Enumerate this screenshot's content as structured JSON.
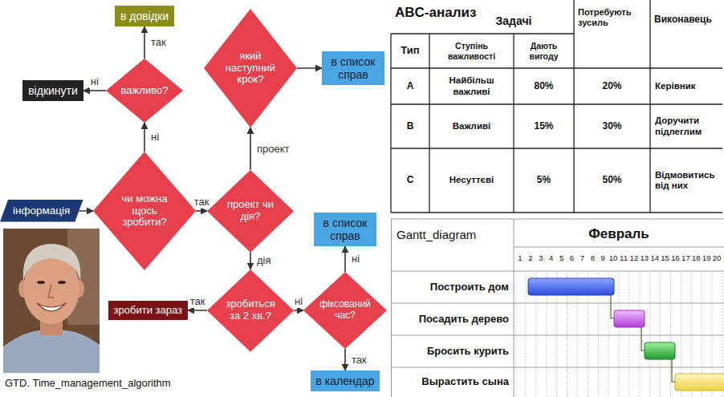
{
  "diagram": {
    "caption": "GTD. Time_management_algorithm",
    "nodes": [
      {
        "text": [
          "інформація"
        ]
      },
      {
        "text": [
          "чи можна щось зробити?"
        ]
      },
      {
        "text": [
          "важливо?"
        ]
      },
      {
        "text": [
          "відкинути"
        ]
      },
      {
        "text": [
          "в довідки"
        ]
      },
      {
        "text": [
          "проект чи дія?"
        ]
      },
      {
        "text": [
          "який наступний крок?"
        ]
      },
      {
        "text": [
          "в список справ"
        ]
      },
      {
        "text": [
          "зробиться за 2 хв.?"
        ]
      },
      {
        "text": [
          "зробити зараз"
        ]
      },
      {
        "text": [
          "фіксований час?"
        ]
      },
      {
        "text": [
          "в список справ"
        ]
      },
      {
        "text": [
          "в календар"
        ]
      }
    ],
    "edges": [
      {
        "from": 0,
        "to": 1,
        "arrow": "to"
      },
      {
        "from": 1,
        "to": 2,
        "label": "ні",
        "arrow": "to"
      },
      {
        "from": 2,
        "to": 4,
        "label": "так",
        "arrow": "to"
      },
      {
        "from": 2,
        "to": 3,
        "label": "ні",
        "arrow": "to"
      },
      {
        "from": 1,
        "to": 5,
        "label": "так",
        "arrow": "to"
      },
      {
        "from": 5,
        "to": 6,
        "label": "проект",
        "arrow": "to"
      },
      {
        "from": 6,
        "to": 7,
        "arrow": "to"
      },
      {
        "from": 5,
        "to": 8,
        "label": "дія",
        "arrow": "to"
      },
      {
        "from": 8,
        "to": 9,
        "label": "так",
        "arrow": "to"
      },
      {
        "from": 8,
        "to": 10,
        "label": "ні",
        "arrow": "to"
      },
      {
        "from": 10,
        "to": 11,
        "label": "ні",
        "arrow": "to"
      },
      {
        "from": 10,
        "to": 12,
        "label": "так",
        "arrow": "to"
      }
    ],
    "labels": [
      "ABC-анализ",
      "Задачі",
      "Потребують зусиль",
      "Виконавець",
      "Тип",
      "Ступінь важливості",
      "Дають вигоду",
      "A",
      "Найбільш важливі",
      "80%",
      "20%",
      "Керівник",
      "B",
      "Важливі",
      "15%",
      "30%",
      "Доручити підлеглим",
      "C",
      "Несуттєві",
      "5%",
      "50%",
      "Відмовитись від них",
      "Gantt_diagram",
      "Февраль",
      "1",
      "2",
      "3",
      "4",
      "5",
      "6",
      "7",
      "8",
      "9",
      "10",
      "11",
      "12",
      "13",
      "14",
      "15",
      "16",
      "17",
      "18",
      "19",
      "20",
      "Построить дом",
      "Посадить дерево",
      "Бросить курить",
      "Вырастить сына"
    ]
  }
}
